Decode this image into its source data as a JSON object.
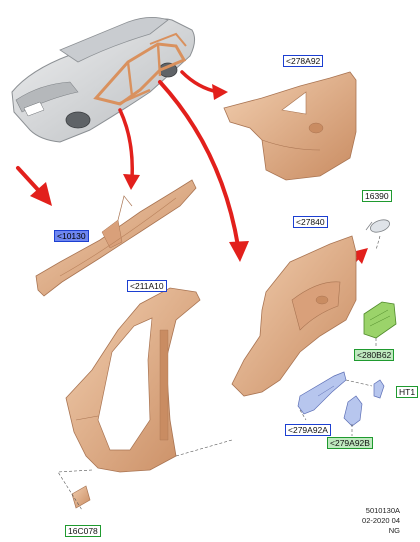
{
  "parts": {
    "rear_quarter_upper": "<278A92",
    "rocker_panel": "<10130",
    "rear_quarter_lower": "<27840",
    "fuel_filler_door": "16390",
    "body_side_frame": "<211A10",
    "fuel_filler_housing": "<280B62",
    "bracket_a": "<279A92A",
    "bracket_b": "<279A92B",
    "clip": "HT1",
    "small_plate": "16C078"
  },
  "footer": {
    "ref": "5010130A",
    "date": "02-2020 04",
    "region": "NG"
  },
  "colors": {
    "part_fill": "#e3b48f",
    "part_stroke": "#a97452",
    "car_fill": "#d7d9db",
    "arrow_red": "#e2201c",
    "label_blue": "#1c3fd1",
    "label_green": "#1f9a2f",
    "green_part": "#9bd36a"
  }
}
